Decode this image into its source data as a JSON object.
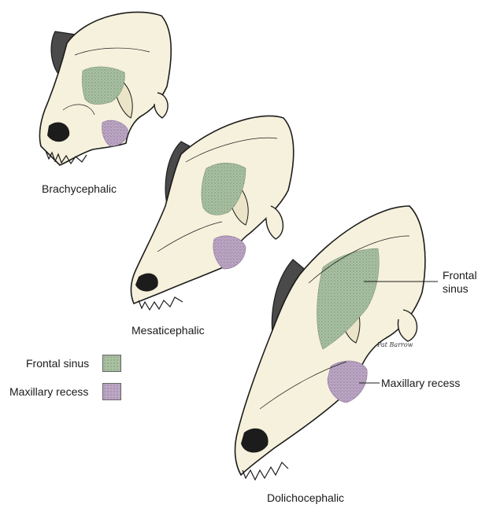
{
  "colors": {
    "bone": "#f6f1dc",
    "outline": "#1c1c1c",
    "frontal_sinus": "#a6bda0",
    "maxillary_recess": "#b7a2c0",
    "horn_shade": "#4a4a4a"
  },
  "skull_labels": {
    "brachy": "Brachycephalic",
    "mesati": "Mesaticephalic",
    "dolicho": "Dolichocephalic"
  },
  "callouts": {
    "frontal_line1": "Frontal",
    "frontal_line2": "sinus",
    "maxillary": "Maxillary recess"
  },
  "legend": {
    "items": [
      {
        "label": "Frontal sinus",
        "icon": "green-stipple-swatch"
      },
      {
        "label": "Maxillary recess",
        "icon": "purple-stipple-swatch"
      }
    ]
  },
  "signature": "Pat Barrow"
}
